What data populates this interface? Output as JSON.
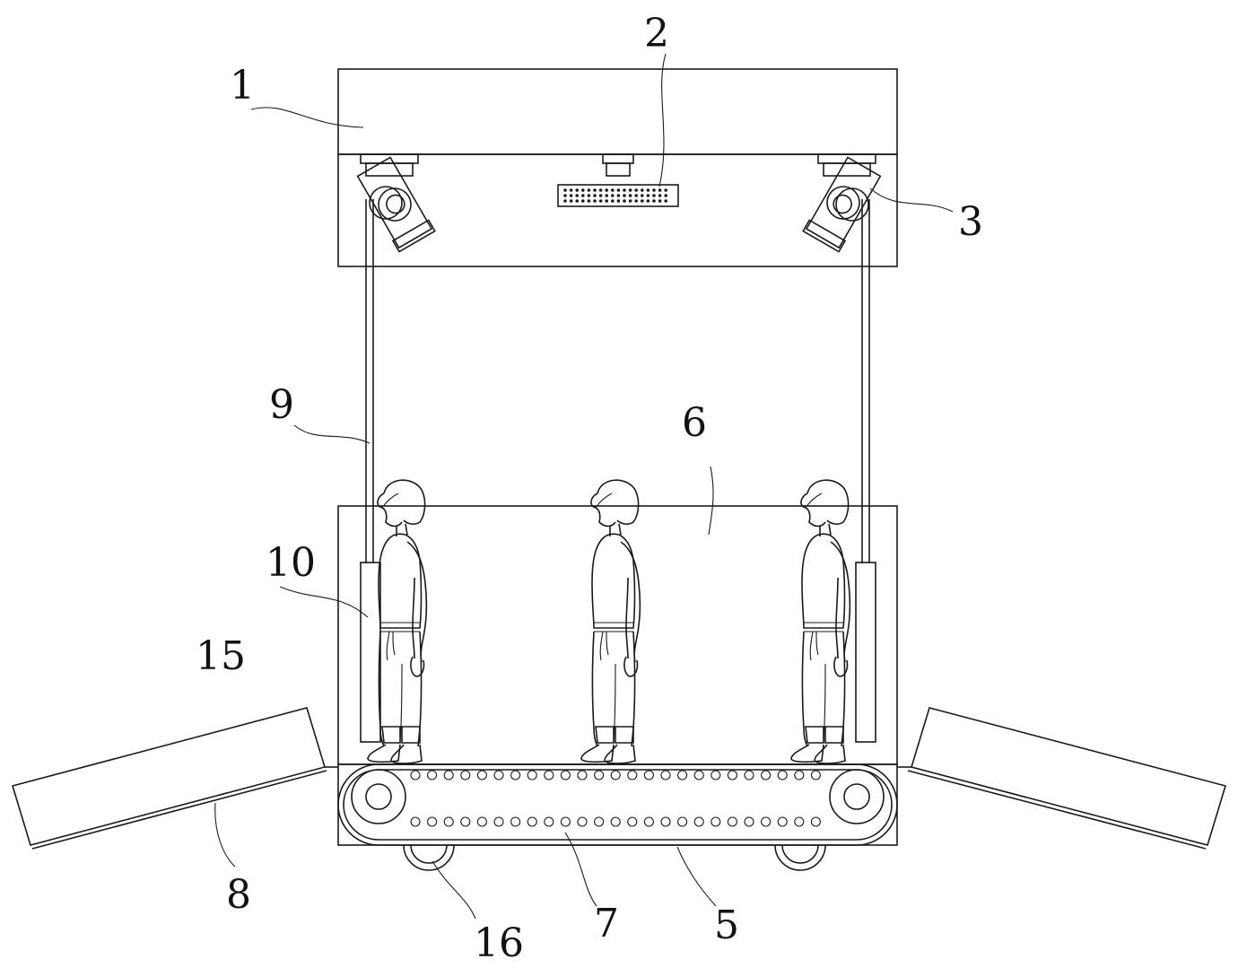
{
  "labels": {
    "n1": "1",
    "n2": "2",
    "n3": "3",
    "n5": "5",
    "n6": "6",
    "n7": "7",
    "n8": "8",
    "n9": "9",
    "n10": "10",
    "n15": "15",
    "n16": "16"
  },
  "colors": {
    "line": "#1a1a1a",
    "background": "#ffffff"
  }
}
